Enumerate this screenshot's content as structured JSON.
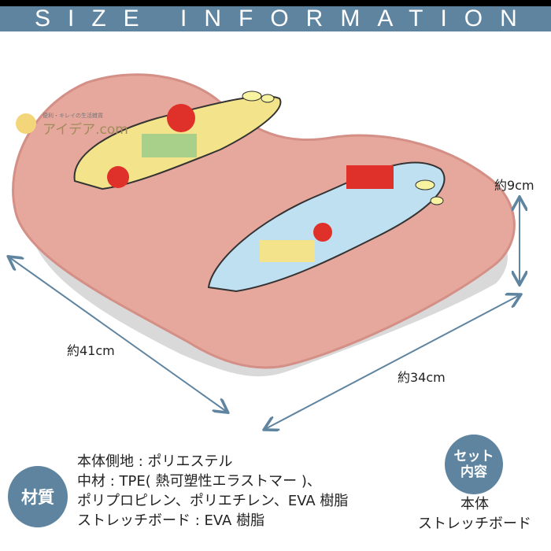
{
  "header": {
    "title": "SIZE INFORMATION"
  },
  "logo": {
    "tagline": "便利・キレイの生活雑貨",
    "name": "アイデア.com"
  },
  "dimensions": {
    "width": "約41cm",
    "depth": "約34cm",
    "height": "約9cm"
  },
  "material": {
    "label": "材質",
    "lines": [
      "本体側地 : ポリエステル",
      "中材 : TPE( 熱可塑性エラストマー )、",
      "ポリプロピレン、ポリエチレン、EVA 樹脂",
      "ストレッチボード : EVA 樹脂"
    ]
  },
  "set_contents": {
    "label_line1": "セット",
    "label_line2": "内容",
    "items": [
      "本体",
      "ストレッチボード"
    ]
  },
  "colors": {
    "accent": "#5f84a0",
    "cushion": "#e8a59c"
  }
}
